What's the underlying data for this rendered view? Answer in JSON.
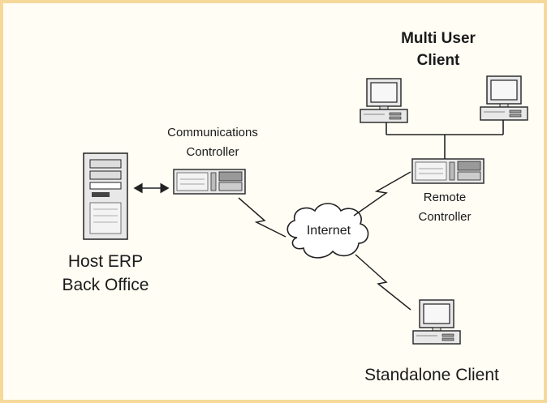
{
  "diagram": {
    "labels": {
      "multi_user_client_line1": "Multi User",
      "multi_user_client_line2": "Client",
      "comm_controller_line1": "Communications",
      "comm_controller_line2": "Controller",
      "remote_controller_line1": "Remote",
      "remote_controller_line2": "Controller",
      "internet": "Internet",
      "host_line1": "Host ERP",
      "host_line2": "Back Office",
      "standalone_client": "Standalone Client"
    },
    "colors": {
      "frame_border": "#f6d99a",
      "background": "#fffdf4",
      "line": "#222222",
      "device_fill": "#e8e8e8",
      "device_panel": "#f7f7f7"
    },
    "icons": [
      "server-tower-icon",
      "controller-box-icon",
      "desktop-computer-icon",
      "cloud-icon",
      "lightning-link-icon",
      "double-arrow-icon"
    ]
  }
}
